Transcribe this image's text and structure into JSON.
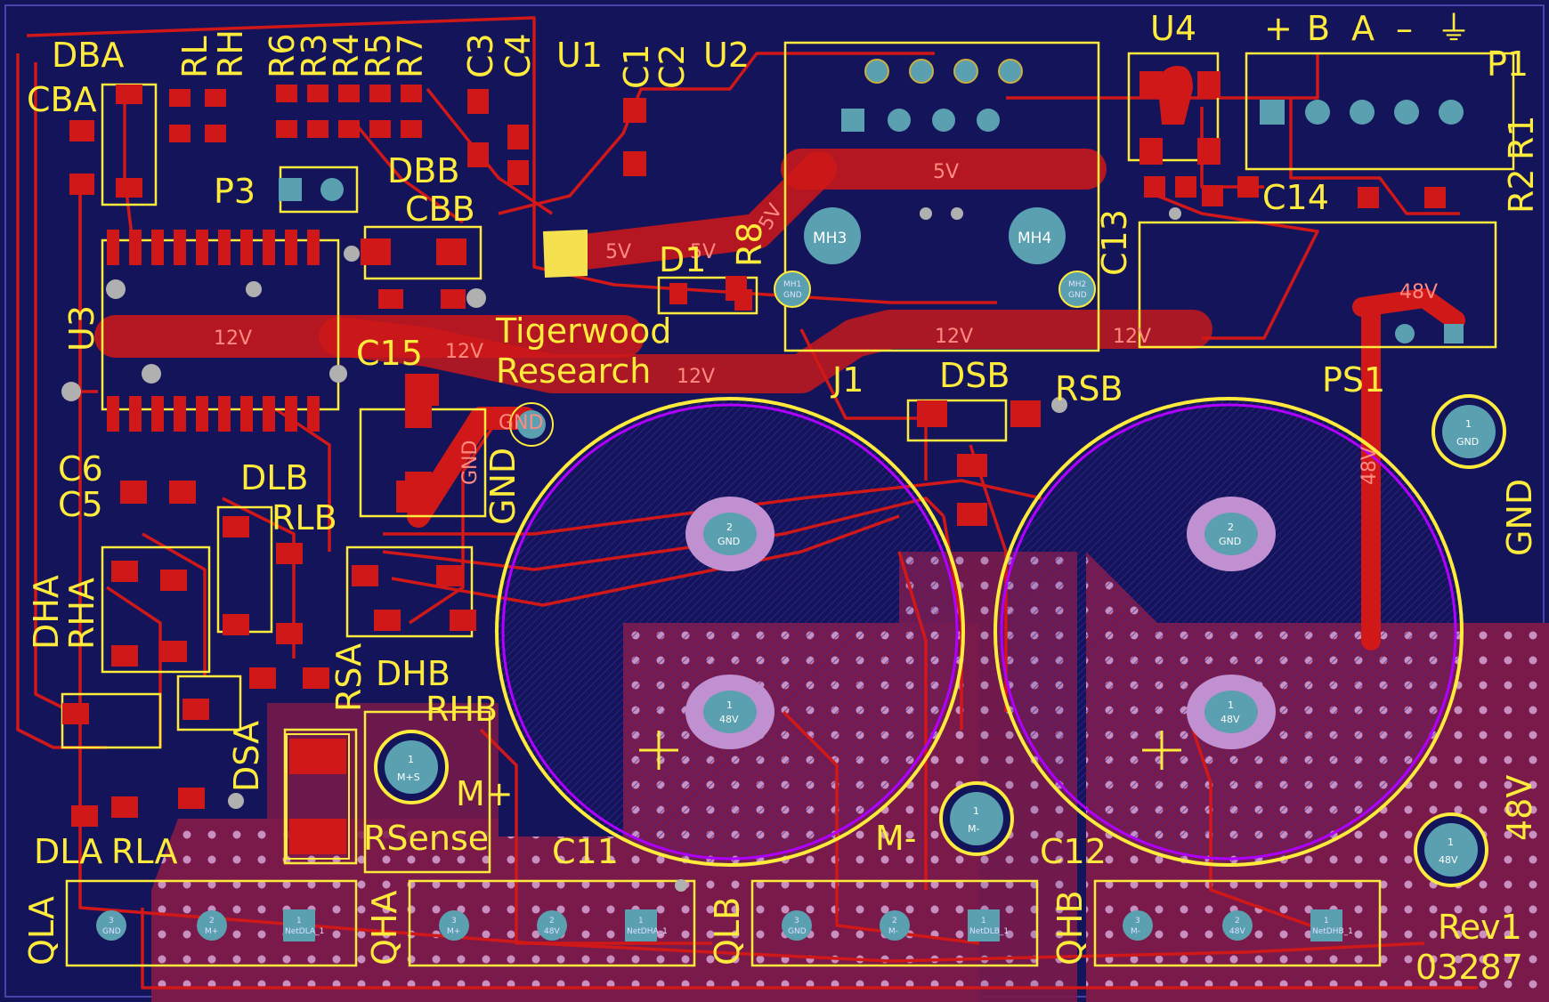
{
  "board": {
    "brand_line1": "Tigerwood",
    "brand_line2": "Research",
    "revision": "Rev1",
    "serial": "03287"
  },
  "colors": {
    "substrate": "#14145a",
    "copper_top": "#d01818",
    "silkscreen": "#ffeb3b",
    "pour_bottom": "#7a1a4a",
    "pad_pin": "#5aa0b0",
    "pad_hole": "#a4e0e8",
    "cap_outline": "#b000ff"
  },
  "designators": {
    "DBA": "DBA",
    "CBA": "CBA",
    "RL": "RL",
    "RH": "RH",
    "R6": "R6",
    "R3": "R3",
    "R4": "R4",
    "R5": "R5",
    "R7": "R7",
    "C3": "C3",
    "C4": "C4",
    "U1": "U1",
    "C1": "C1",
    "C2": "C2",
    "U2": "U2",
    "U4": "U4",
    "P1": "P1",
    "R1": "R1",
    "R2": "R2",
    "C14": "C14",
    "C13": "C13",
    "P3": "P3",
    "DBB": "DBB",
    "CBB": "CBB",
    "R8": "R8",
    "D1": "D1",
    "U3": "U3",
    "C15": "C15",
    "J1": "J1",
    "DSB": "DSB",
    "RSB": "RSB",
    "PS1": "PS1",
    "C6": "C6",
    "C5": "C5",
    "DLB": "DLB",
    "RLB": "RLB",
    "DHA": "DHA",
    "RHA": "RHA",
    "RSA": "RSA",
    "DHB": "DHB",
    "RHB": "RHB",
    "DSA": "DSA",
    "RSense": "RSense",
    "C11": "C11",
    "C12": "C12",
    "DLA": "DLA",
    "RLA": "RLA",
    "QLA": "QLA",
    "QHA": "QHA",
    "QLB": "QLB",
    "QHB": "QHB",
    "Mplus": "M+",
    "Mminus": "M-",
    "MH3": "MH3",
    "MH4": "MH4"
  },
  "connector_p1_pins": [
    "+",
    "B",
    "A",
    "–",
    "⏚"
  ],
  "nets": {
    "v5": "5V",
    "v12": "12V",
    "v48": "48V",
    "gnd": "GND"
  },
  "pads": {
    "mh1": [
      "MH1",
      "GND"
    ],
    "mh2": [
      "MH2",
      "GND"
    ],
    "gnd_top_right": [
      "1",
      "GND"
    ],
    "c11_gnd": [
      "2",
      "GND"
    ],
    "c11_48v": [
      "1",
      "48V"
    ],
    "c12_gnd": [
      "2",
      "GND"
    ],
    "c12_48v": [
      "1",
      "48V"
    ],
    "ms": [
      "1",
      "M+S"
    ],
    "mminus": [
      "1",
      "M-"
    ],
    "v48_pad": [
      "1",
      "48V"
    ],
    "qla": [
      [
        "3",
        "GND"
      ],
      [
        "2",
        "M+"
      ],
      [
        "1",
        "NetDLA_1"
      ]
    ],
    "qha": [
      [
        "3",
        "M+"
      ],
      [
        "2",
        "48V"
      ],
      [
        "1",
        "NetDHA_1"
      ]
    ],
    "qlb": [
      [
        "3",
        "GND"
      ],
      [
        "2",
        "M-"
      ],
      [
        "1",
        "NetDLB_1"
      ]
    ],
    "qhb": [
      [
        "3",
        "M-"
      ],
      [
        "2",
        "48V"
      ],
      [
        "1",
        "NetDHB_1"
      ]
    ]
  }
}
